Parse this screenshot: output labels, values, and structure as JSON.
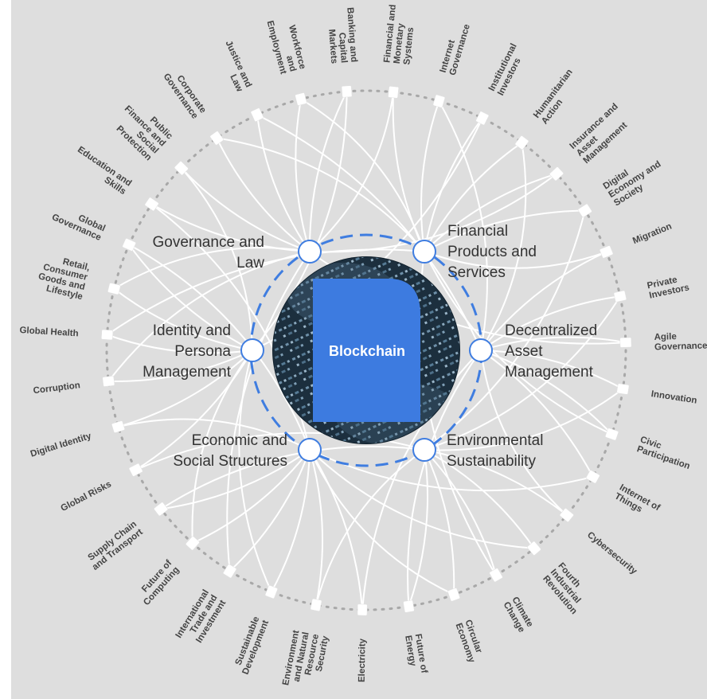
{
  "center": {
    "label": "Blockchain"
  },
  "colors": {
    "background": "#dedede",
    "spokes": "#ffffff",
    "inner_ring": "#3f7de0",
    "outer_ring": "#a8a8a8",
    "center_tile": "#3d7be0",
    "center_bg": "#1e3242",
    "text": "#444444"
  },
  "themes": [
    {
      "id": "gov",
      "lines": [
        "Governance and",
        "Law"
      ]
    },
    {
      "id": "fin",
      "lines": [
        "Financial",
        "Products and",
        "Services"
      ]
    },
    {
      "id": "idp",
      "lines": [
        "Identity and",
        "Persona",
        "Management"
      ]
    },
    {
      "id": "dam",
      "lines": [
        "Decentralized",
        "Asset",
        "Management"
      ]
    },
    {
      "id": "ess",
      "lines": [
        "Economic and",
        "Social Structures"
      ]
    },
    {
      "id": "env",
      "lines": [
        "Environmental",
        "Sustainability"
      ]
    }
  ],
  "topics": [
    {
      "lines": [
        "Financial and",
        "Monetary",
        "Systems"
      ]
    },
    {
      "lines": [
        "Internet",
        "Governance"
      ]
    },
    {
      "lines": [
        "Institutional",
        "Investors"
      ]
    },
    {
      "lines": [
        "Humanitarian",
        "Action"
      ]
    },
    {
      "lines": [
        "Insurance and",
        "Asset",
        "Management"
      ]
    },
    {
      "lines": [
        "Digital",
        "Economy and",
        "Society"
      ]
    },
    {
      "lines": [
        "Migration"
      ]
    },
    {
      "lines": [
        "Private",
        "Investors"
      ]
    },
    {
      "lines": [
        "Agile",
        "Governance"
      ]
    },
    {
      "lines": [
        "Innovation"
      ]
    },
    {
      "lines": [
        "Civic",
        "Participation"
      ]
    },
    {
      "lines": [
        "Internet of",
        "Things"
      ]
    },
    {
      "lines": [
        "Cybersecurity"
      ]
    },
    {
      "lines": [
        "Fourth",
        "Industrial",
        "Revolution"
      ]
    },
    {
      "lines": [
        "Climate",
        "Change"
      ]
    },
    {
      "lines": [
        "Circular",
        "Economy"
      ]
    },
    {
      "lines": [
        "Future of",
        "Energy"
      ]
    },
    {
      "lines": [
        "Electricity"
      ]
    },
    {
      "lines": [
        "Environment",
        "and Natural",
        "Resource",
        "Security"
      ]
    },
    {
      "lines": [
        "Sustainable",
        "Development"
      ]
    },
    {
      "lines": [
        "International",
        "Trade and",
        "Investment"
      ]
    },
    {
      "lines": [
        "Future of",
        "Computing"
      ]
    },
    {
      "lines": [
        "Supply Chain",
        "and Transport"
      ]
    },
    {
      "lines": [
        "Global Risks"
      ]
    },
    {
      "lines": [
        "Digital Identity"
      ]
    },
    {
      "lines": [
        "Corruption"
      ]
    },
    {
      "lines": [
        "Global Health"
      ]
    },
    {
      "lines": [
        "Retail,",
        "Consumer",
        "Goods and",
        "Lifestyle"
      ]
    },
    {
      "lines": [
        "Global",
        "Governance"
      ]
    },
    {
      "lines": [
        "Education and",
        "Skills"
      ]
    },
    {
      "lines": [
        "Public",
        "Finance and",
        "Social",
        "Protection"
      ]
    },
    {
      "lines": [
        "Corporate",
        "Governance"
      ]
    },
    {
      "lines": [
        "Justice and",
        "Law"
      ]
    },
    {
      "lines": [
        "Workforce",
        "and",
        "Employment"
      ]
    },
    {
      "lines": [
        "Banking and",
        "Capital",
        "Markets"
      ]
    }
  ]
}
